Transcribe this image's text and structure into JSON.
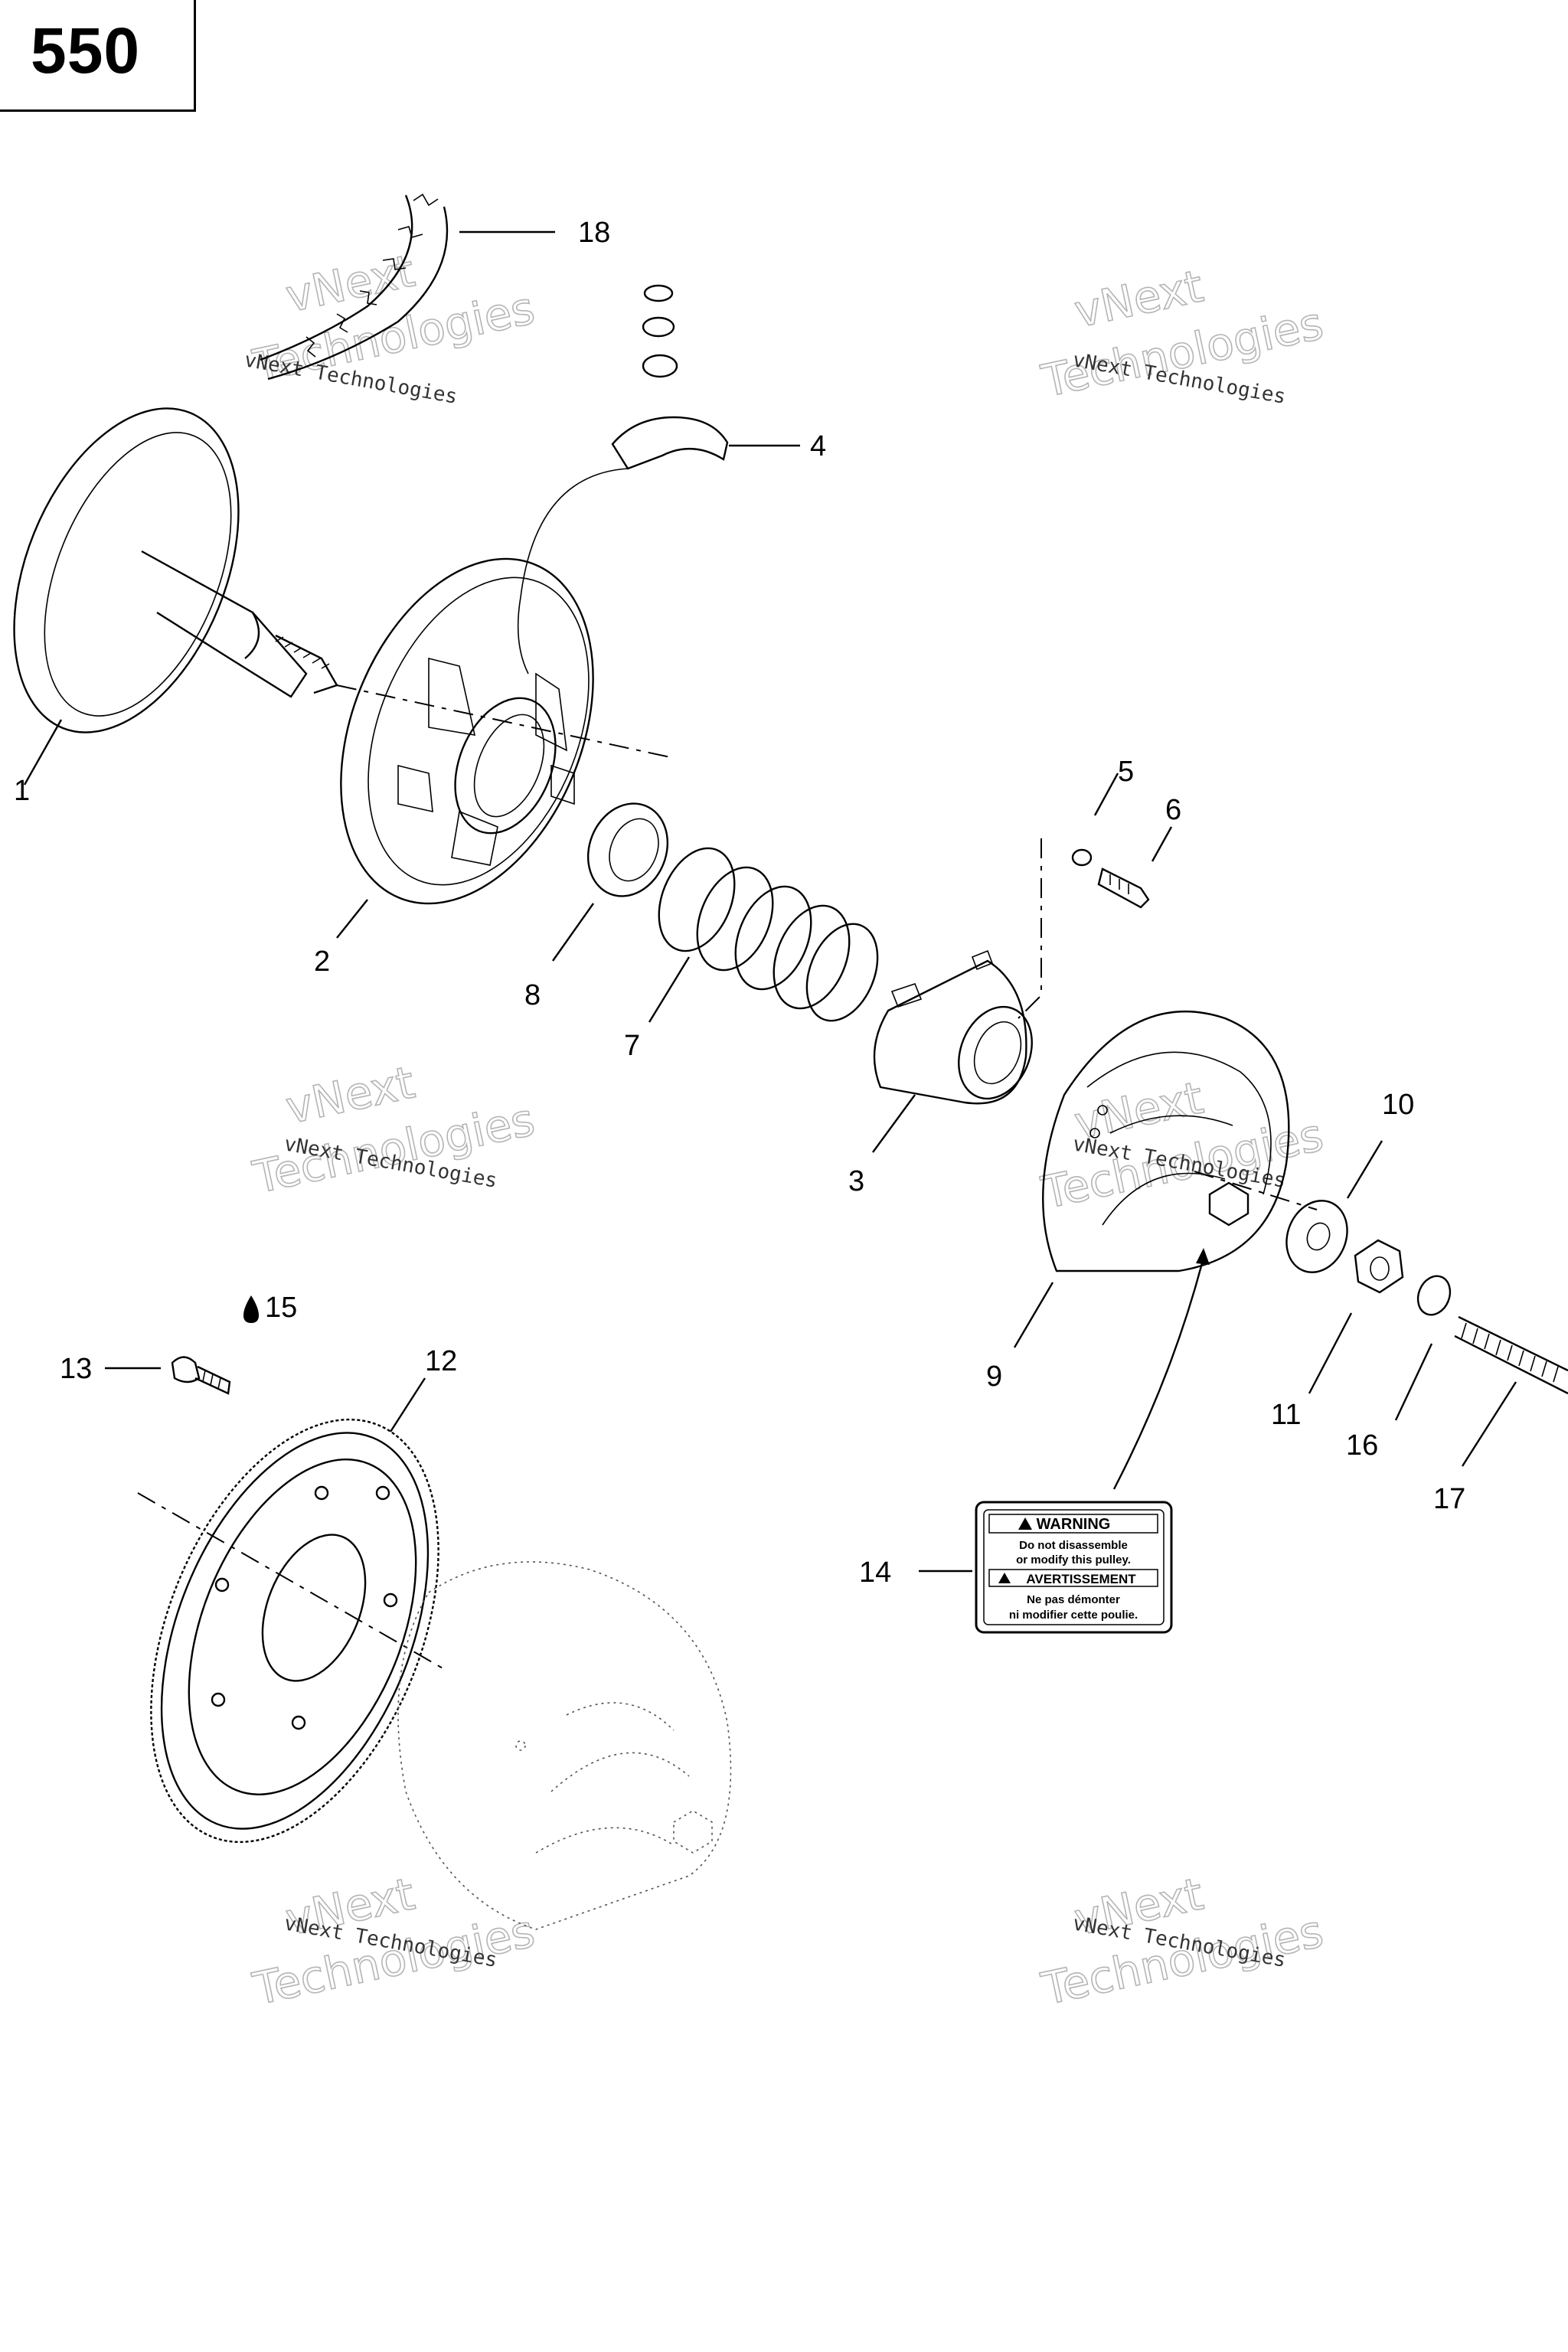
{
  "page_number": "550",
  "callouts": [
    {
      "id": "1",
      "label": "1"
    },
    {
      "id": "2",
      "label": "2"
    },
    {
      "id": "3",
      "label": "3"
    },
    {
      "id": "4",
      "label": "4"
    },
    {
      "id": "5",
      "label": "5"
    },
    {
      "id": "6",
      "label": "6"
    },
    {
      "id": "7",
      "label": "7"
    },
    {
      "id": "8",
      "label": "8"
    },
    {
      "id": "9",
      "label": "9"
    },
    {
      "id": "10",
      "label": "10"
    },
    {
      "id": "11",
      "label": "11"
    },
    {
      "id": "12",
      "label": "12"
    },
    {
      "id": "13",
      "label": "13"
    },
    {
      "id": "14",
      "label": "14"
    },
    {
      "id": "15",
      "label": "15"
    },
    {
      "id": "16",
      "label": "16"
    },
    {
      "id": "17",
      "label": "17"
    },
    {
      "id": "18",
      "label": "18"
    }
  ],
  "warning_decal": {
    "line1": "WARNING",
    "line2": "Do not disassemble",
    "line3": "or modify this pulley.",
    "line4": "AVERTISSEMENT",
    "line5": "Ne pas démonter",
    "line6": "ni modifier cette poulie."
  },
  "watermark": {
    "line_small": "vNext Technologies",
    "line_a": "vNext",
    "line_b": "Technologies"
  }
}
